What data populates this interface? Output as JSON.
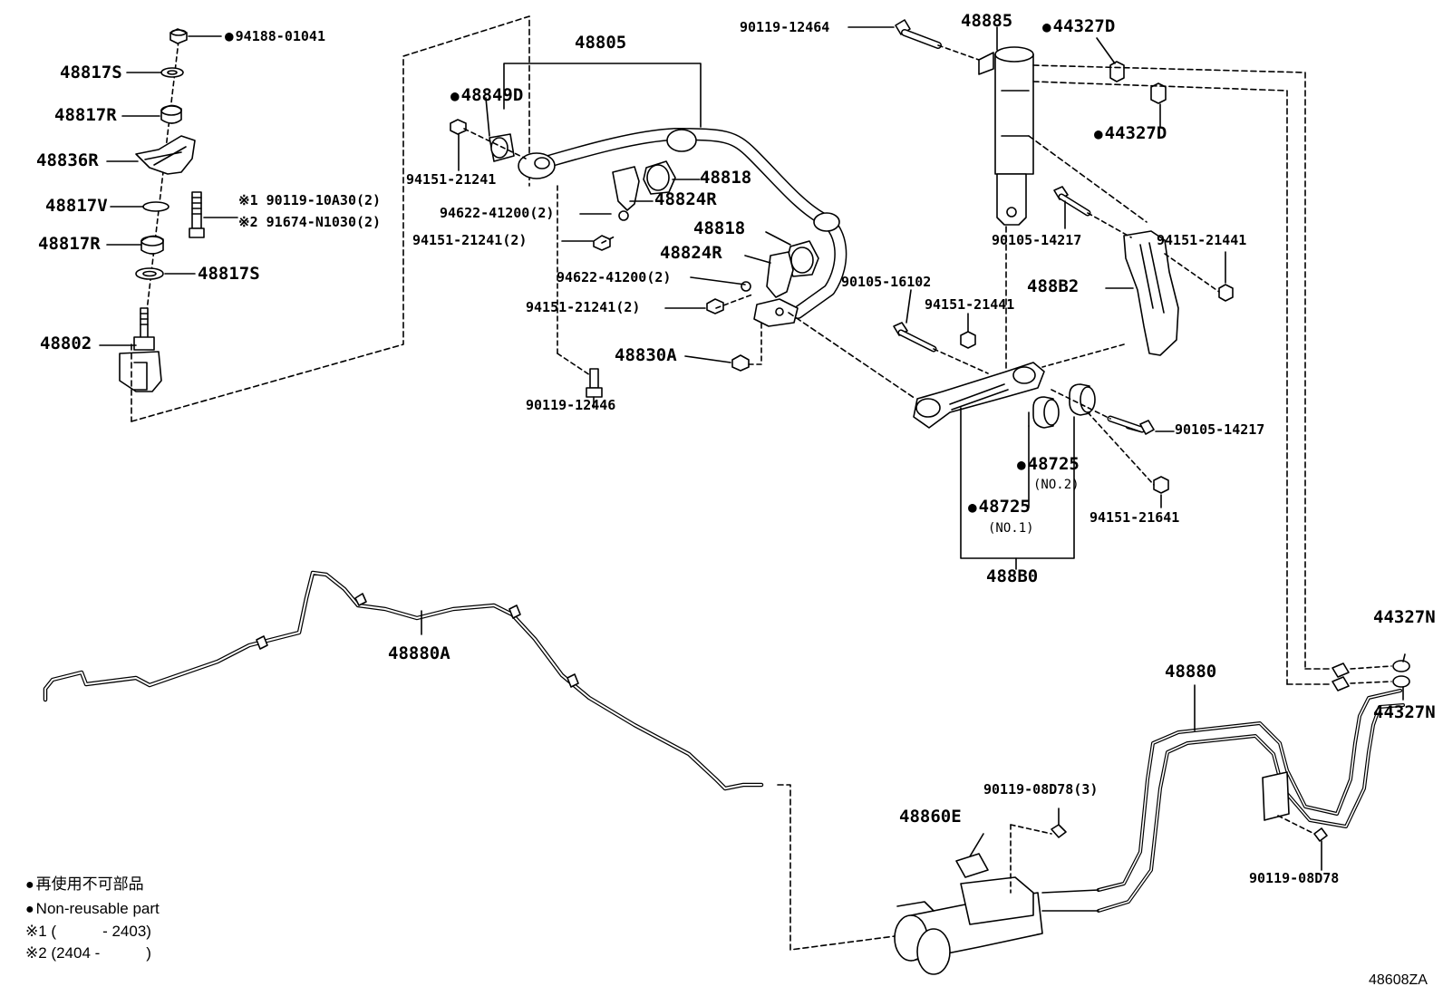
{
  "diagram_id": "48608ZA",
  "labels": {
    "p94188_01041": "94188-01041",
    "p48817S_top": "48817S",
    "p48817R_top": "48817R",
    "p48836R": "48836R",
    "p48817V": "48817V",
    "p48817R_bot": "48817R",
    "p48817S_bot": "48817S",
    "p48802": "48802",
    "p90119_10A30": "※1 90119-10A30(2)",
    "p91674_N1030": "※2 91674-N1030(2)",
    "p48805": "48805",
    "p48849D": "48849D",
    "p94151_21241_a": "94151-21241",
    "p48818_a": "48818",
    "p48824R_a": "48824R",
    "p94622_41200_a": "94622-41200(2)",
    "p94151_21241_b": "94151-21241(2)",
    "p48818_b": "48818",
    "p48824R_b": "48824R",
    "p94622_41200_b": "94622-41200(2)",
    "p94151_21241_c": "94151-21241(2)",
    "p48830A": "48830A",
    "p90119_12446": "90119-12446",
    "p90119_12464": "90119-12464",
    "p48885": "48885",
    "p44327D_a": "44327D",
    "p44327D_b": "44327D",
    "p90105_14217_a": "90105-14217",
    "p94151_21441_a": "94151-21441",
    "p488B2": "488B2",
    "p90105_16102": "90105-16102",
    "p94151_21441_b": "94151-21441",
    "p90105_14217_b": "90105-14217",
    "p48725_no2": "48725",
    "p48725_no2_sub": "(NO.2)",
    "p48725_no1": "48725",
    "p48725_no1_sub": "(NO.1)",
    "p94151_21641": "94151-21641",
    "p488B0": "488B0",
    "p48880A": "48880A",
    "p44327N_a": "44327N",
    "p44327N_b": "44327N",
    "p48880": "48880",
    "p90119_08D78_3": "90119-08D78(3)",
    "p48860E": "48860E",
    "p90119_08D78": "90119-08D78"
  },
  "legend": {
    "jp": "再使用不可部品",
    "en": "Non-reusable part",
    "note1": "※1 (　　　- 2403)",
    "note2": "※2 (2404 -　　　)"
  }
}
